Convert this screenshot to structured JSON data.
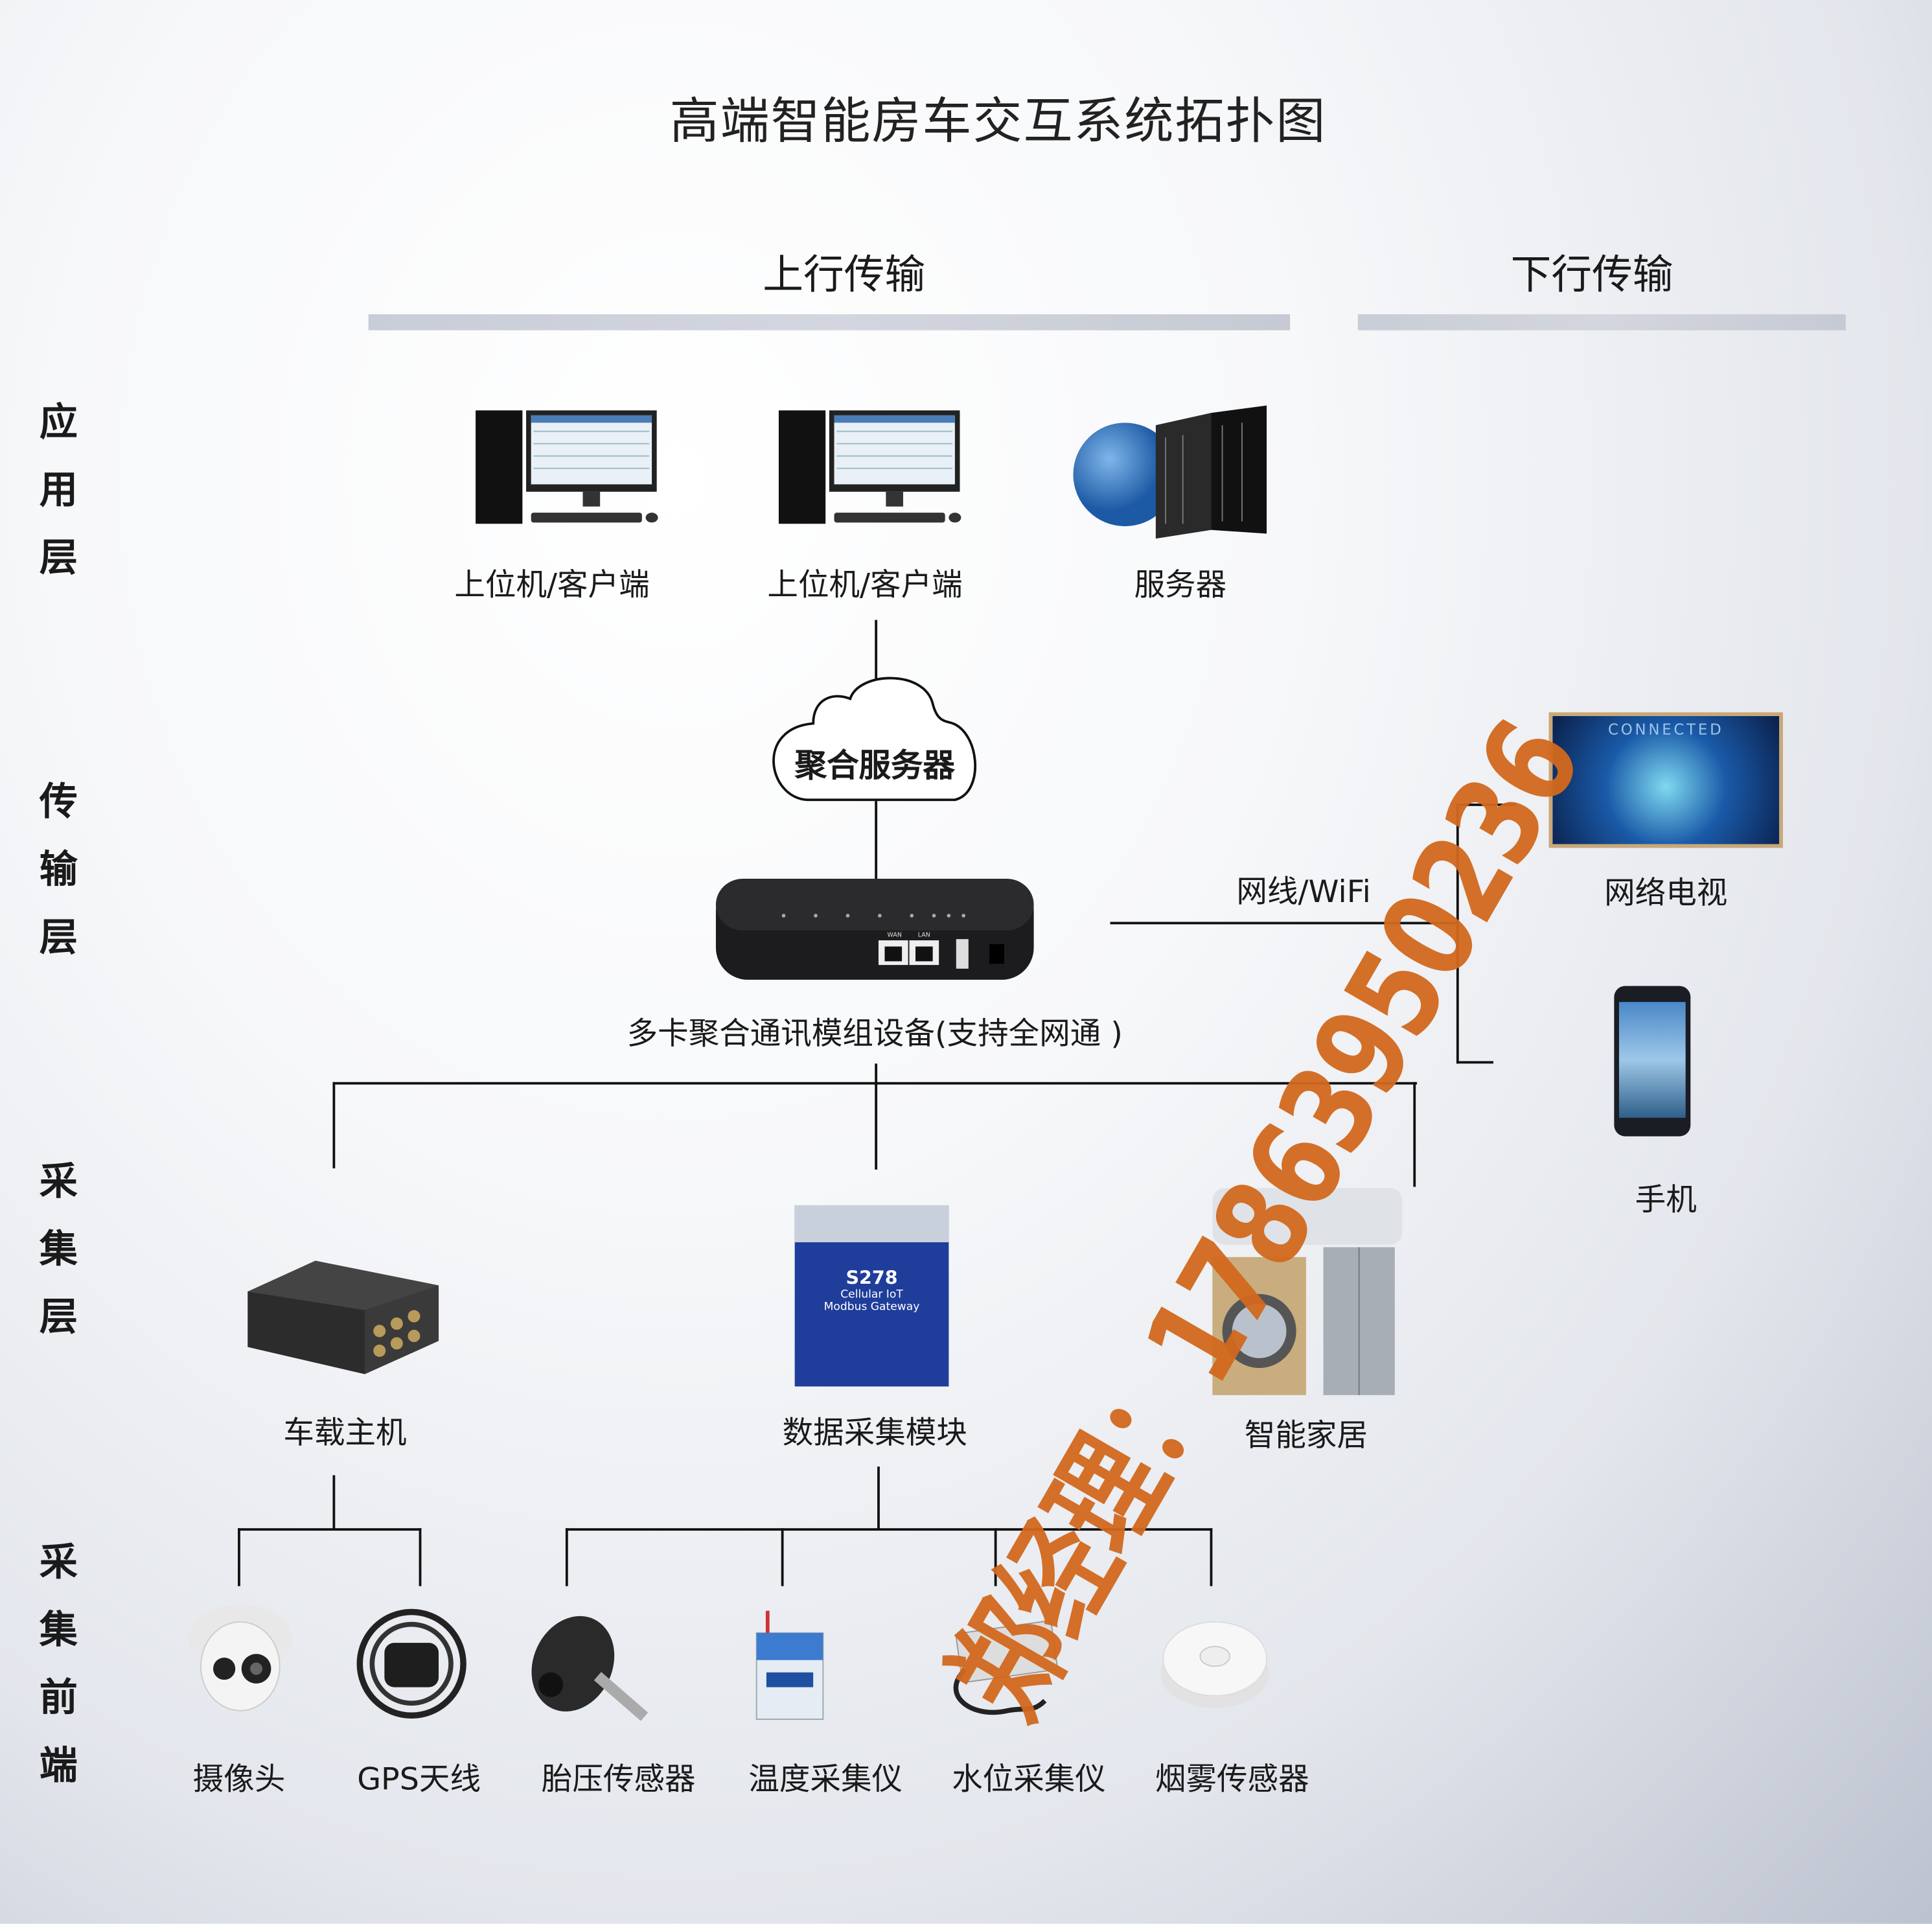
{
  "title": "高端智能房车交互系统拓扑图",
  "sections": {
    "uplink": "上行传输",
    "downlink": "下行传输"
  },
  "layers": {
    "app": [
      "应",
      "用",
      "层"
    ],
    "transport": [
      "传",
      "输",
      "层"
    ],
    "collect": [
      "采",
      "集",
      "层"
    ],
    "frontend": [
      "采",
      "集",
      "前",
      "端"
    ]
  },
  "app_layer": {
    "pc1": "上位机/客户端",
    "pc2": "上位机/客户端",
    "server": "服务器"
  },
  "cloud": "聚合服务器",
  "router": {
    "label": "多卡聚合通讯模组设备(支持全网通 )",
    "ports": [
      "WAN",
      "LAN"
    ]
  },
  "link_label": "网线/WiFi",
  "downlink_devices": {
    "tv": "网络电视",
    "tv_screen": "CONNECTED",
    "phone": "手机"
  },
  "collect_layer": {
    "vehicle_host": "车载主机",
    "data_module": "数据采集模块",
    "module_model": "S278",
    "module_line1": "Cellular IoT",
    "module_line2": "Modbus Gateway",
    "smart_home": "智能家居"
  },
  "frontend_devices": [
    "摄像头",
    "GPS天线",
    "胎压传感器",
    "温度采集仪",
    "水位采集仪",
    "烟雾传感器"
  ],
  "watermark": "郑经理：17863950236",
  "colors": {
    "watermark": "#d2691e",
    "bar": "#c9cdd7"
  }
}
